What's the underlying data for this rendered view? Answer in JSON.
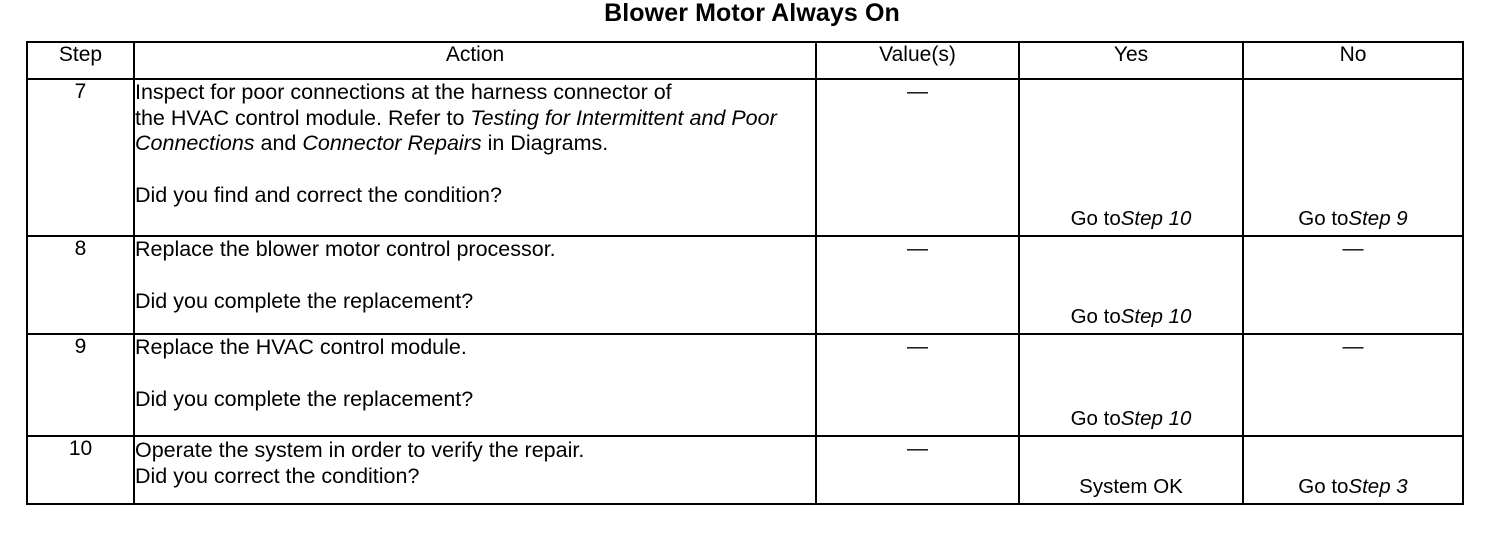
{
  "document": {
    "title": "Blower Motor Always On"
  },
  "table": {
    "columns": [
      {
        "key": "step",
        "label": "Step"
      },
      {
        "key": "action",
        "label": "Action"
      },
      {
        "key": "value",
        "label": "Value(s)"
      },
      {
        "key": "yes",
        "label": "Yes"
      },
      {
        "key": "no",
        "label": "No"
      }
    ],
    "rows": [
      {
        "step": "7",
        "action_lead_1": "Inspect for poor connections at the harness connector of",
        "action_lead_2": "the HVAC control module. Refer to ",
        "action_italic_1": "Testing for Intermittent and Poor Connections",
        "action_mid": " and ",
        "action_italic_2": "Connector Repairs",
        "action_tail": " in Diagrams.",
        "action_question": "Did you find and correct the condition?",
        "value": "—",
        "yes_prefix": "Go to",
        "yes_italic": "Step 10",
        "no_prefix": "Go to",
        "no_italic": "Step 9"
      },
      {
        "step": "8",
        "action_lead_1": "Replace the blower motor control processor.",
        "action_question": "Did you complete the replacement?",
        "value": "—",
        "yes_prefix": "Go to",
        "yes_italic": "Step 10",
        "no_dash": "—"
      },
      {
        "step": "9",
        "action_lead_1": "Replace the HVAC control module.",
        "action_question": "Did you complete the replacement?",
        "value": "—",
        "yes_prefix": "Go to",
        "yes_italic": "Step 10",
        "no_dash": "—"
      },
      {
        "step": "10",
        "action_lead_1": "Operate the system in order to verify the repair.",
        "action_question": "Did you correct the condition?",
        "value": "—",
        "yes_plain": "System OK",
        "no_prefix": "Go to",
        "no_italic": "Step 3"
      }
    ]
  },
  "colors": {
    "ink": "#000000",
    "paper": "#ffffff"
  }
}
